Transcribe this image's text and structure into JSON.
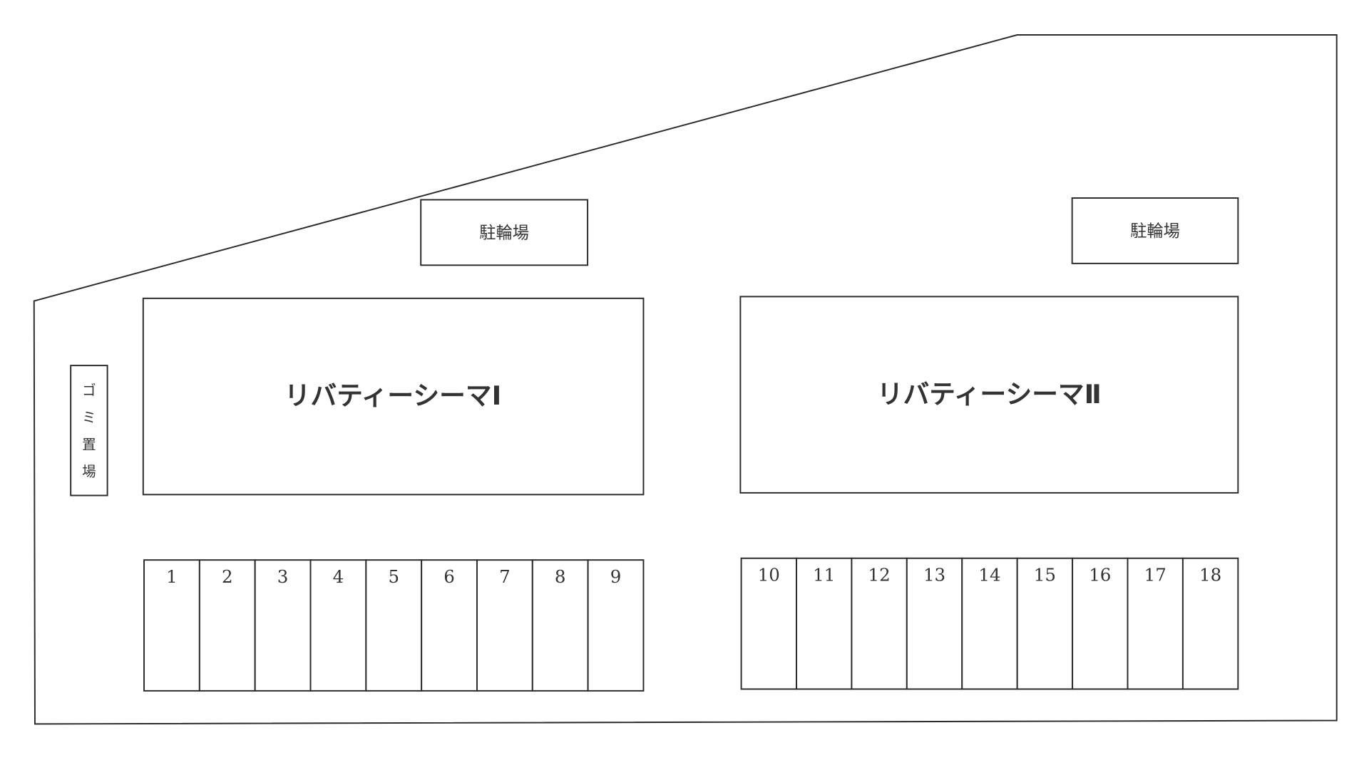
{
  "buildings": [
    {
      "name": "リバティーシーマⅠ"
    },
    {
      "name": "リバティーシーマⅡ"
    }
  ],
  "bike_parking": [
    {
      "label": "駐輪場"
    },
    {
      "label": "駐輪場"
    }
  ],
  "garbage": {
    "chars": [
      "ゴ",
      "ミ",
      "置",
      "場"
    ]
  },
  "parking_rows": [
    {
      "spaces": [
        "1",
        "2",
        "3",
        "4",
        "5",
        "6",
        "7",
        "8",
        "9"
      ]
    },
    {
      "spaces": [
        "10",
        "11",
        "12",
        "13",
        "14",
        "15",
        "16",
        "17",
        "18"
      ]
    }
  ]
}
